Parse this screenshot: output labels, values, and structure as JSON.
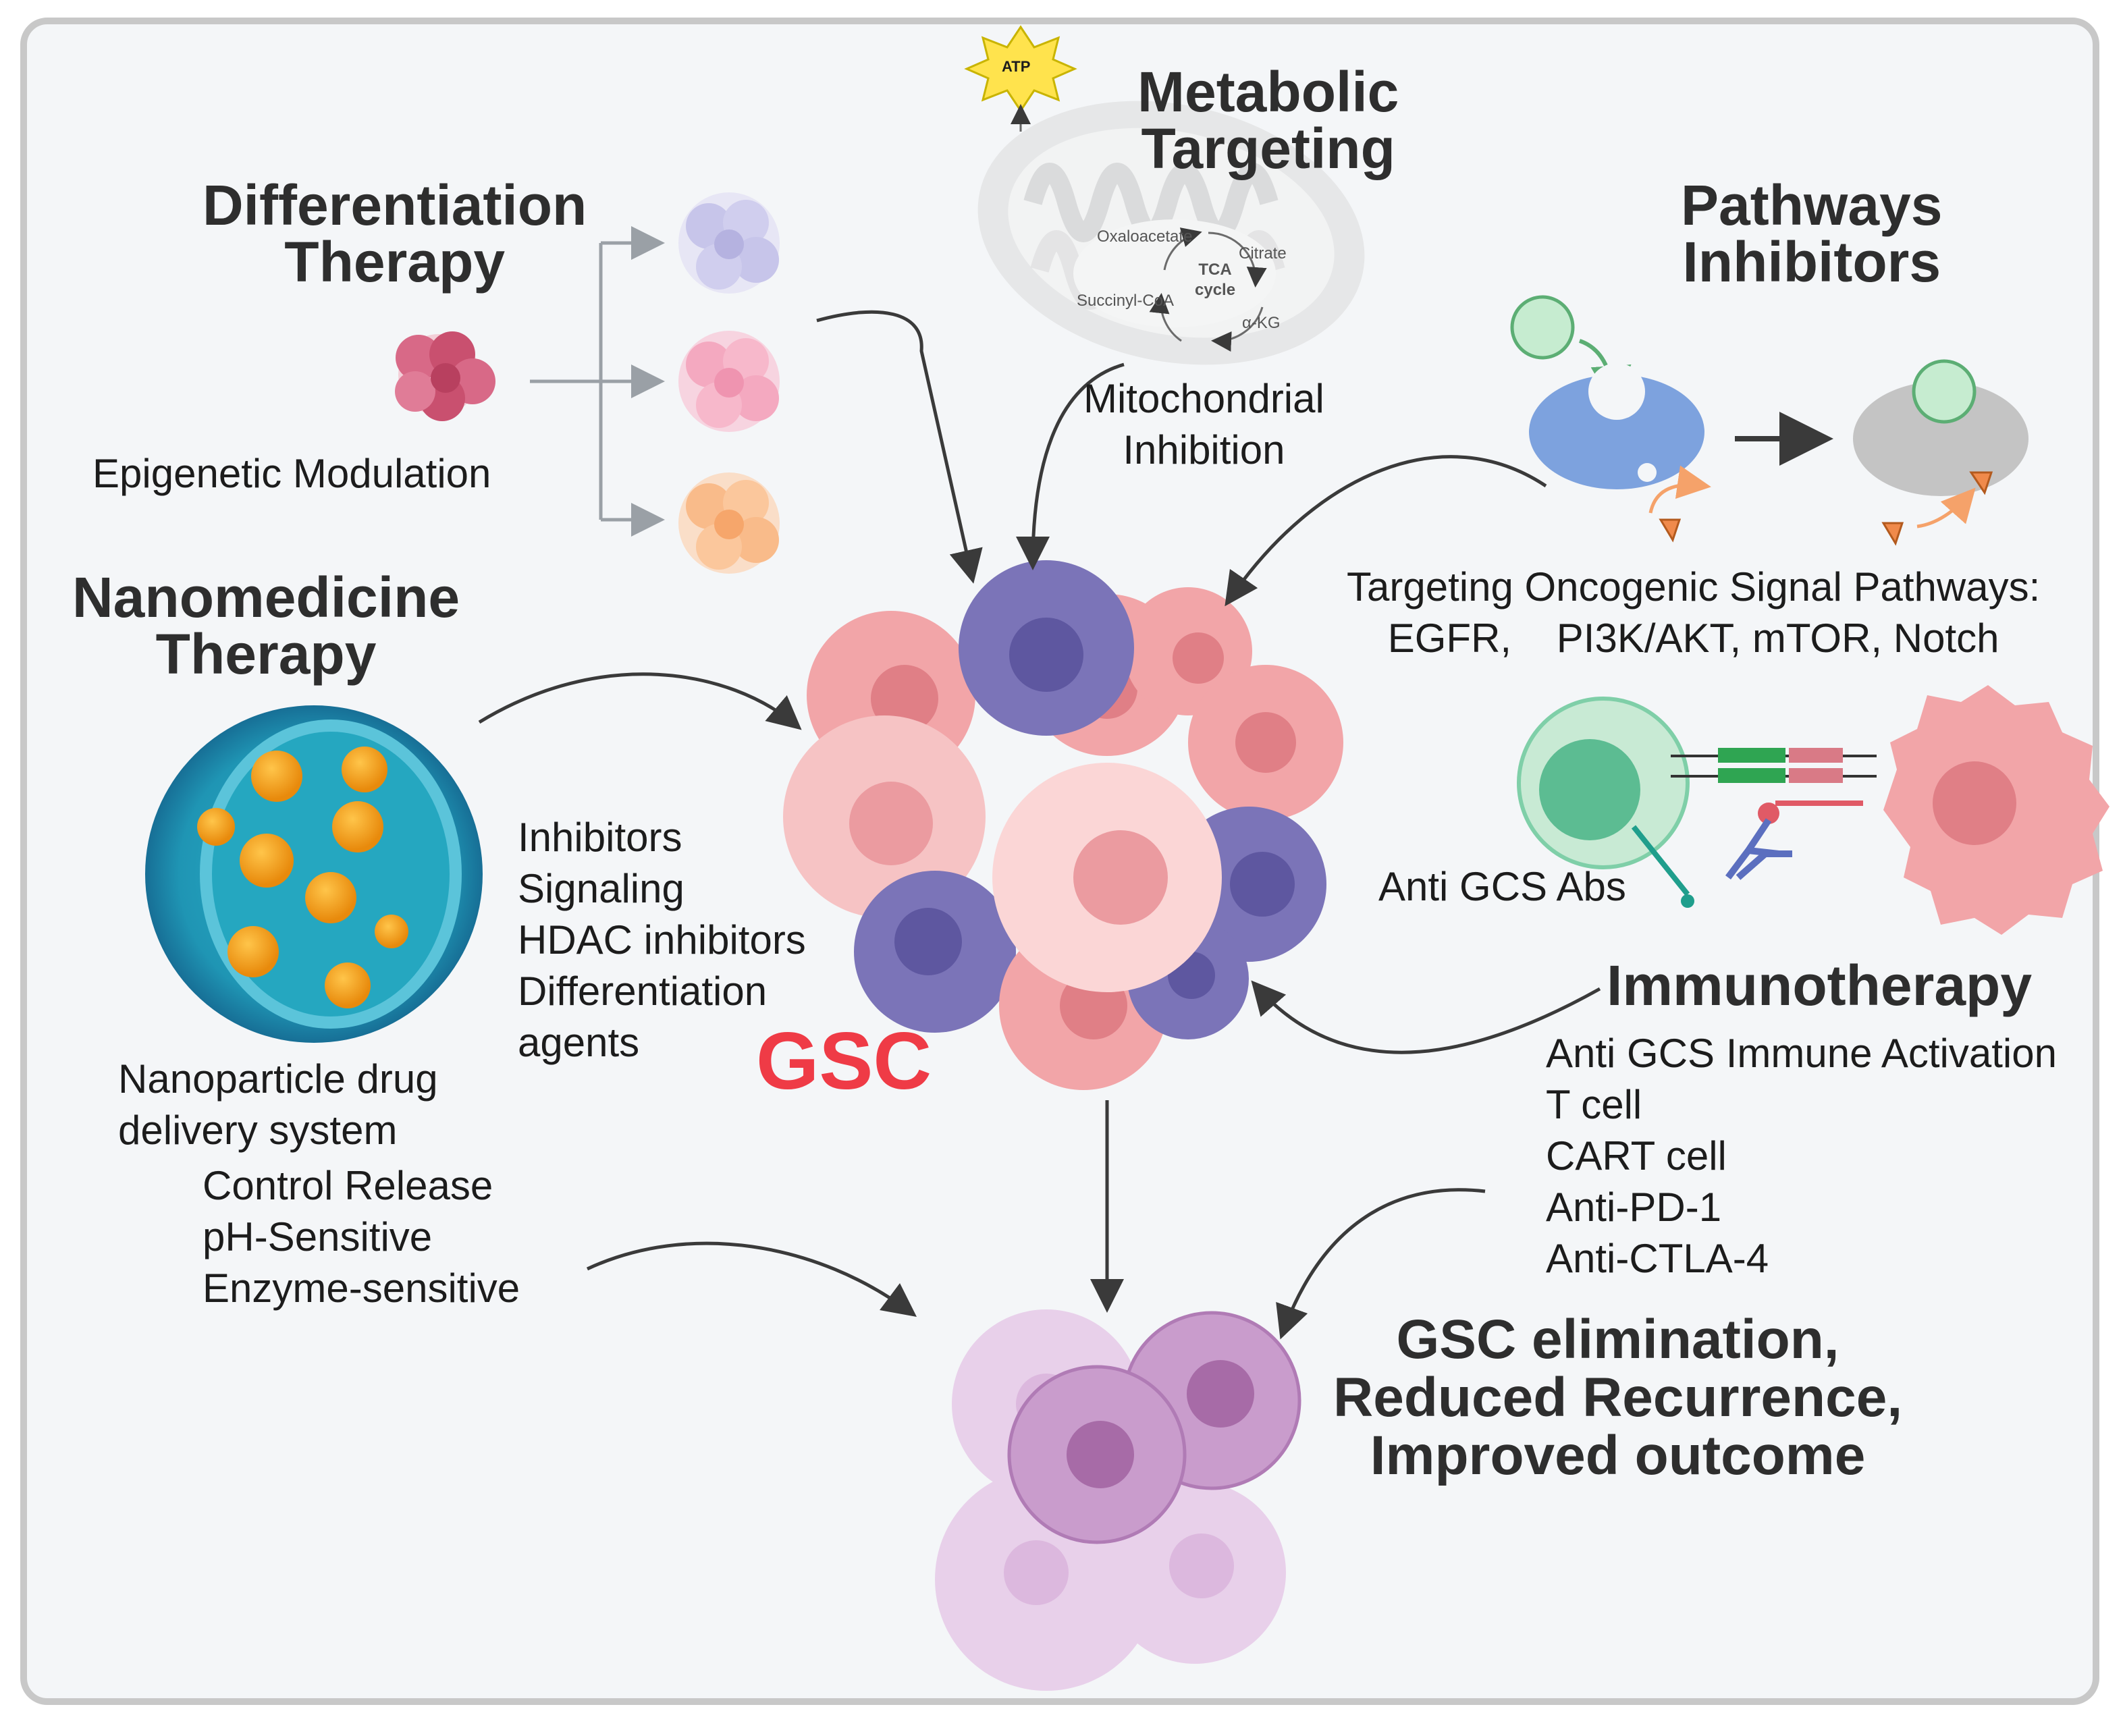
{
  "sections": {
    "differentiation": {
      "title": [
        "Differentiation",
        "Therapy"
      ],
      "caption": "Epigenetic Modulation"
    },
    "metabolic": {
      "title": [
        "Metabolic",
        "Targeting"
      ],
      "atp": "ATP",
      "tca": {
        "oxaloacetate": "Oxaloacetate",
        "citrate": "Citrate",
        "cycle": [
          "TCA",
          "cycle"
        ],
        "succinyl": "Succinyl-CoA",
        "akg": "α-KG"
      },
      "caption": [
        "Mitochondrial",
        "Inhibition"
      ]
    },
    "pathways": {
      "title": [
        "Pathways",
        "Inhibitors"
      ],
      "caption": [
        "Targeting Oncogenic Signal Pathways:",
        "EGFR,    PI3K/AKT, mTOR, Notch"
      ]
    },
    "nanomedicine": {
      "title": [
        "Nanomedicine",
        "Therapy"
      ],
      "caption": [
        "Nanoparticle drug",
        "delivery system"
      ],
      "release": [
        "Control Release",
        "pH-Sensitive",
        "Enzyme-sensitive"
      ],
      "agents": [
        "Inhibitors",
        "Signaling",
        "HDAC inhibitors",
        "Differentiation",
        "agents"
      ]
    },
    "immunotherapy": {
      "title": "Immunotherapy",
      "antibody_label": "Anti GCS Abs",
      "items": [
        "Anti GCS Immune Activation",
        "T cell",
        "CART cell",
        "Anti-PD-1",
        "Anti-CTLA-4"
      ]
    },
    "gsc_label": "GSC",
    "outcome": [
      "GSC elimination,",
      "Reduced Recurrence,",
      "Improved outcome"
    ]
  },
  "colors": {
    "gsc_text": "#ef3b46",
    "tumor_pink": "#f2a5a8",
    "tumor_purple": "#7b74b8",
    "healthy_purple": "#c99ccc",
    "nanoparticle_blue": "#2a9bc0",
    "drug_orange": "#f5a11c",
    "receptor_blue": "#7da2de",
    "tcell_green": "#7fcfa8"
  }
}
